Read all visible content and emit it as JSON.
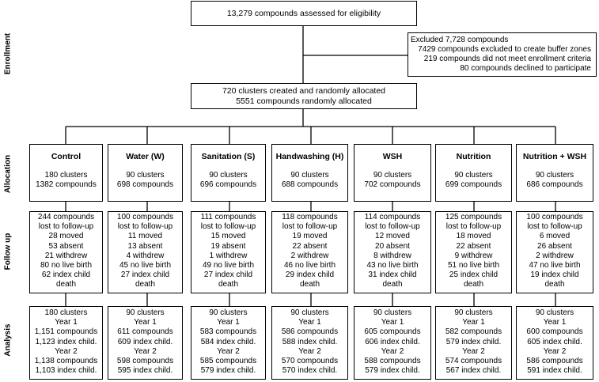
{
  "stages": [
    "Enrollment",
    "Allocation",
    "Follow up",
    "Analysis"
  ],
  "eligibility": "13,279 compounds assessed for eligibility",
  "excluded": [
    "Excluded 7,728 compounds",
    "7429 compounds excluded to create buffer zones",
    "219 compounds did not meet enrollment criteria",
    "80 compounds declined to participate"
  ],
  "randomized": [
    "720 clusters created and randomly allocated",
    "5551 compounds randomly allocated"
  ],
  "arms": [
    {
      "name": "Control",
      "allocation": [
        "180 clusters",
        "1382 compounds"
      ],
      "followup": [
        "244 compounds",
        "lost to follow-up",
        "28 moved",
        "53 absent",
        "21 withdrew",
        "80 no live birth",
        "62 index child",
        "death"
      ],
      "analysis": [
        "180 clusters",
        "Year 1",
        "1,151 compounds",
        "1,123 index child.",
        "Year 2",
        "1,138 compounds",
        "1,103 index child."
      ]
    },
    {
      "name": "Water (W)",
      "allocation": [
        "90 clusters",
        "698 compounds"
      ],
      "followup": [
        "100 compounds",
        "lost to follow-up",
        "11 moved",
        "13 absent",
        "4 withdrew",
        "45 no live birth",
        "27 index child",
        "death"
      ],
      "analysis": [
        "90 clusters",
        "Year 1",
        "611 compounds",
        "609 index child.",
        "Year 2",
        "598 compounds",
        "595 index child."
      ]
    },
    {
      "name": "Sanitation (S)",
      "allocation": [
        "90 clusters",
        "696 compounds"
      ],
      "followup": [
        "111 compounds",
        "lost to follow-up",
        "15 moved",
        "19 absent",
        "1 withdrew",
        "49 no live birth",
        "27 index child",
        "death"
      ],
      "analysis": [
        "90 clusters",
        "Year 1",
        "583 compounds",
        "584 index child.",
        "Year 2",
        "585 compounds",
        "579 index child."
      ]
    },
    {
      "name": "Handwashing (H)",
      "allocation": [
        "90 clusters",
        "688 compounds"
      ],
      "followup": [
        "118 compounds",
        "lost to follow-up",
        "19 moved",
        "22 absent",
        "2 withdrew",
        "46 no live birth",
        "29 index child",
        "death"
      ],
      "analysis": [
        "90 clusters",
        "Year 1",
        "586 compounds",
        "588 index child.",
        "Year 2",
        "570 compounds",
        "570 index child."
      ]
    },
    {
      "name": "WSH",
      "allocation": [
        "90 clusters",
        "702 compounds"
      ],
      "followup": [
        "114 compounds",
        "lost to follow-up",
        "12 moved",
        "20 absent",
        "8 withdrew",
        "43 no live birth",
        "31 index child",
        "death"
      ],
      "analysis": [
        "90 clusters",
        "Year 1",
        "605 compounds",
        "606 index child.",
        "Year 2",
        "588 compounds",
        "579 index child."
      ]
    },
    {
      "name": "Nutrition",
      "allocation": [
        "90 clusters",
        "699 compounds"
      ],
      "followup": [
        "125 compounds",
        "lost to follow-up",
        "18 moved",
        "22 absent",
        "9 withdrew",
        "51 no live birth",
        "25 index child",
        "death"
      ],
      "analysis": [
        "90 clusters",
        "Year 1",
        "582 compounds",
        "579 index child.",
        "Year 2",
        "574 compounds",
        "567 index child."
      ]
    },
    {
      "name": "Nutrition + WSH",
      "allocation": [
        "90 clusters",
        "686 compounds"
      ],
      "followup": [
        "100 compounds",
        "lost to follow-up",
        "6 moved",
        "26 absent",
        "2 withdrew",
        "47 no live birth",
        "19 index child",
        "death"
      ],
      "analysis": [
        "90 clusters",
        "Year 1",
        "600 compounds",
        "605 index child.",
        "Year 2",
        "586 compounds",
        "591 index child."
      ]
    }
  ]
}
